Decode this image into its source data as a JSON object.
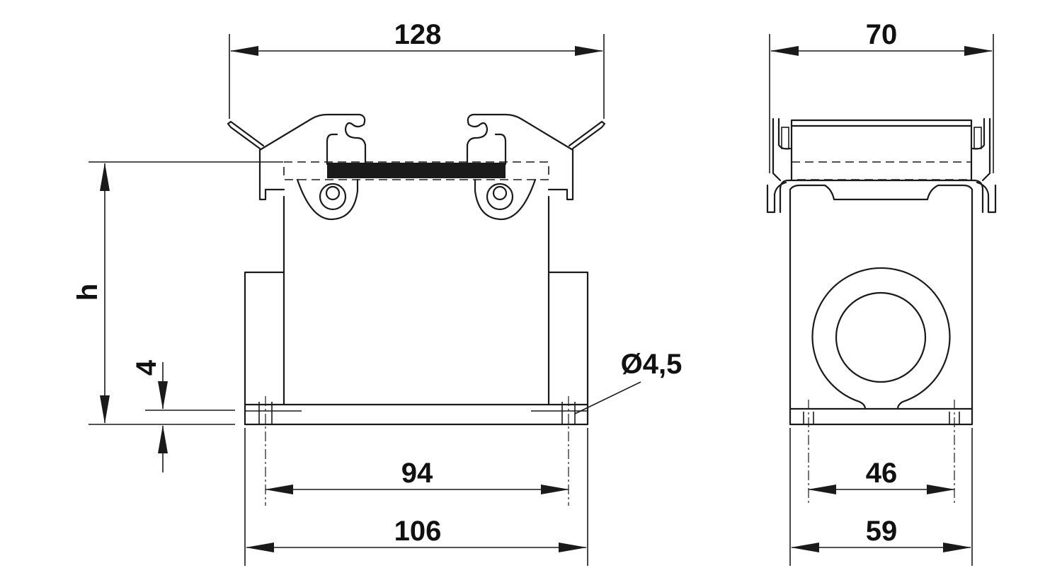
{
  "drawing": {
    "front_view": {
      "width_overall": "128",
      "height_label": "h",
      "base_thickness": "4",
      "hole_diameter": "Ø4,5",
      "hole_spacing": "94",
      "base_width": "106"
    },
    "side_view": {
      "width_overall": "70",
      "hole_spacing": "46",
      "base_width": "59"
    },
    "colors": {
      "line": "#1a1a1a",
      "background": "#ffffff"
    }
  }
}
